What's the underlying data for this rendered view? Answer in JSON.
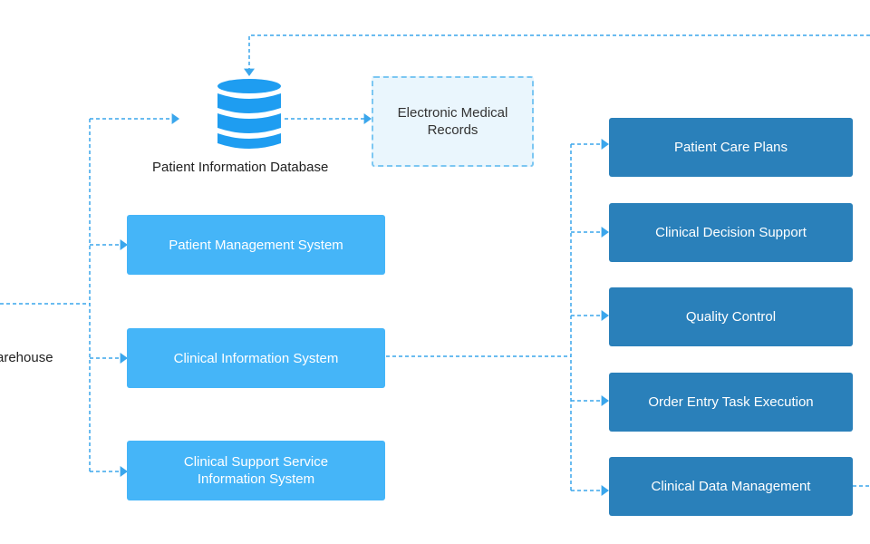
{
  "diagram": {
    "colors": {
      "connector": "#3aa6ec",
      "box_light": "#45b5f8",
      "box_dark": "#2a80ba",
      "dashed_box_fill": "#eaf6fd",
      "dashed_box_border": "#7cc7f2",
      "database_icon": "#1e9df1"
    },
    "left_label": "arehouse",
    "database": {
      "icon": "database-icon",
      "label": "Patient Information Database"
    },
    "emr": "Electronic Medical\nRecords",
    "systems": [
      "Patient Management System",
      "Clinical Information System",
      "Clinical Support Service\nInformation System"
    ],
    "functions": [
      "Patient Care Plans",
      "Clinical Decision Support",
      "Quality Control",
      "Order Entry Task Execution",
      "Clinical Data Management"
    ]
  }
}
